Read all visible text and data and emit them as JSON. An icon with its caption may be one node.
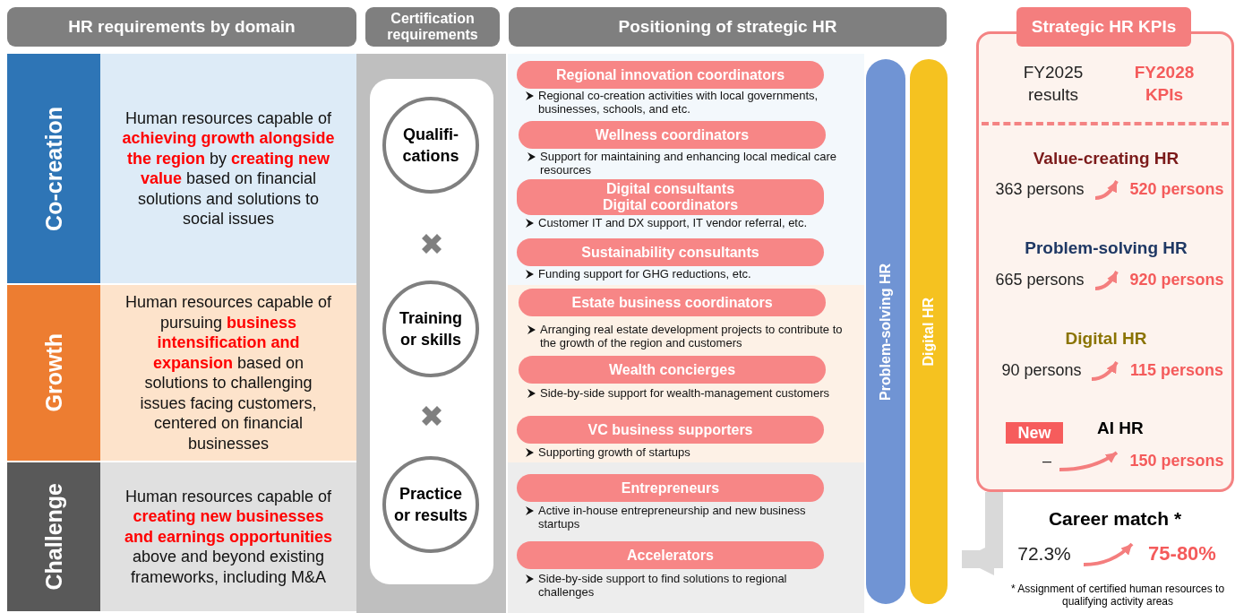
{
  "diagram": {
    "nodes": [
      {
        "text": [
          "HR requirements by domain"
        ]
      },
      {
        "text": [
          "Certification requirements"
        ]
      },
      {
        "text": [
          "Positioning of strategic HR"
        ]
      },
      {
        "text": [
          "Co-creation"
        ]
      },
      {
        "text": [
          "Human resources capable of **achieving growth alongside the region** by **creating new value** based on financial solutions and solutions to social issues"
        ]
      },
      {
        "text": [
          "Growth"
        ]
      },
      {
        "text": [
          "Human resources capable of pursuing **business intensification and expansion** based on solutions to challenging issues facing customers, centered on financial businesses"
        ]
      },
      {
        "text": [
          "Challenge"
        ]
      },
      {
        "text": [
          "Human resources capable of **creating new businesses and earnings opportunities** above and beyond existing frameworks, including M&A"
        ]
      },
      {
        "text": [
          "Qualifi- cations"
        ]
      },
      {
        "text": [
          "Training or skills"
        ]
      },
      {
        "text": [
          "Practice or results"
        ]
      },
      {
        "text": [
          "Regional innovation coordinators"
        ],
        "beside": [
          "Regional co-creation activities with local governments, businesses, schools, and etc."
        ]
      },
      {
        "text": [
          "Wellness coordinators"
        ],
        "beside": [
          "Support for maintaining and enhancing local medical care resources"
        ]
      },
      {
        "text": [
          "Digital consultants",
          "Digital coordinators"
        ],
        "beside": [
          "Customer IT and DX support, IT vendor referral, etc."
        ]
      },
      {
        "text": [
          "Sustainability consultants"
        ],
        "beside": [
          "Funding support for GHG reductions, etc."
        ]
      },
      {
        "text": [
          "Estate business coordinators"
        ],
        "beside": [
          "Arranging real estate development projects to contribute to the growth of the region and customers"
        ]
      },
      {
        "text": [
          "Wealth concierges"
        ],
        "beside": [
          "Side-by-side support for wealth-management customers"
        ]
      },
      {
        "text": [
          "VC business supporters"
        ],
        "beside": [
          "Supporting growth of startups"
        ]
      },
      {
        "text": [
          "Entrepreneurs"
        ],
        "beside": [
          "Active in-house entrepreneurship and new business startups"
        ]
      },
      {
        "text": [
          "Accelerators"
        ],
        "beside": [
          "Side-by-side support to find solutions to regional challenges"
        ]
      },
      {
        "text": [
          "Problem-solving HR"
        ]
      },
      {
        "text": [
          "Digital HR"
        ]
      },
      {
        "text": [
          "Strategic HR KPIs"
        ]
      },
      {
        "text": [
          "FY2025 results"
        ],
        "in": 23
      },
      {
        "text": [
          "FY2028 KPIs"
        ],
        "in": 23
      },
      {
        "text": [
          "363 persons"
        ],
        "in": 23
      },
      {
        "text": [
          "520 persons"
        ],
        "in": 23
      },
      {
        "text": [
          "665 persons"
        ],
        "in": 23
      },
      {
        "text": [
          "920 persons"
        ],
        "in": 23
      },
      {
        "text": [
          "90 persons"
        ],
        "in": 23
      },
      {
        "text": [
          "115 persons"
        ],
        "in": 23
      },
      {
        "text": [
          "–"
        ],
        "in": 23
      },
      {
        "text": [
          "150 persons"
        ],
        "in": 23
      },
      {
        "text": [
          "New"
        ],
        "in": 23
      },
      {
        "text": [
          "72.3%"
        ]
      },
      {
        "text": [
          "75-80%"
        ]
      }
    ],
    "edges": [
      {
        "from": 26,
        "to": 27,
        "arrow": "to"
      },
      {
        "from": 28,
        "to": 29,
        "arrow": "to"
      },
      {
        "from": 30,
        "to": 31,
        "arrow": "to"
      },
      {
        "from": 32,
        "to": 33,
        "arrow": "to"
      },
      {
        "from": 35,
        "to": 36,
        "arrow": "to"
      },
      {
        "from": 23,
        "to": 22,
        "arrow": "to",
        "style": "thick",
        "color": "#d9d9d9"
      }
    ],
    "labels": [
      "Value-creating HR",
      "Problem-solving HR",
      "Digital HR",
      "AI HR",
      "Career match *",
      "* Assignment of certified human resources to qualifying activity areas"
    ]
  }
}
